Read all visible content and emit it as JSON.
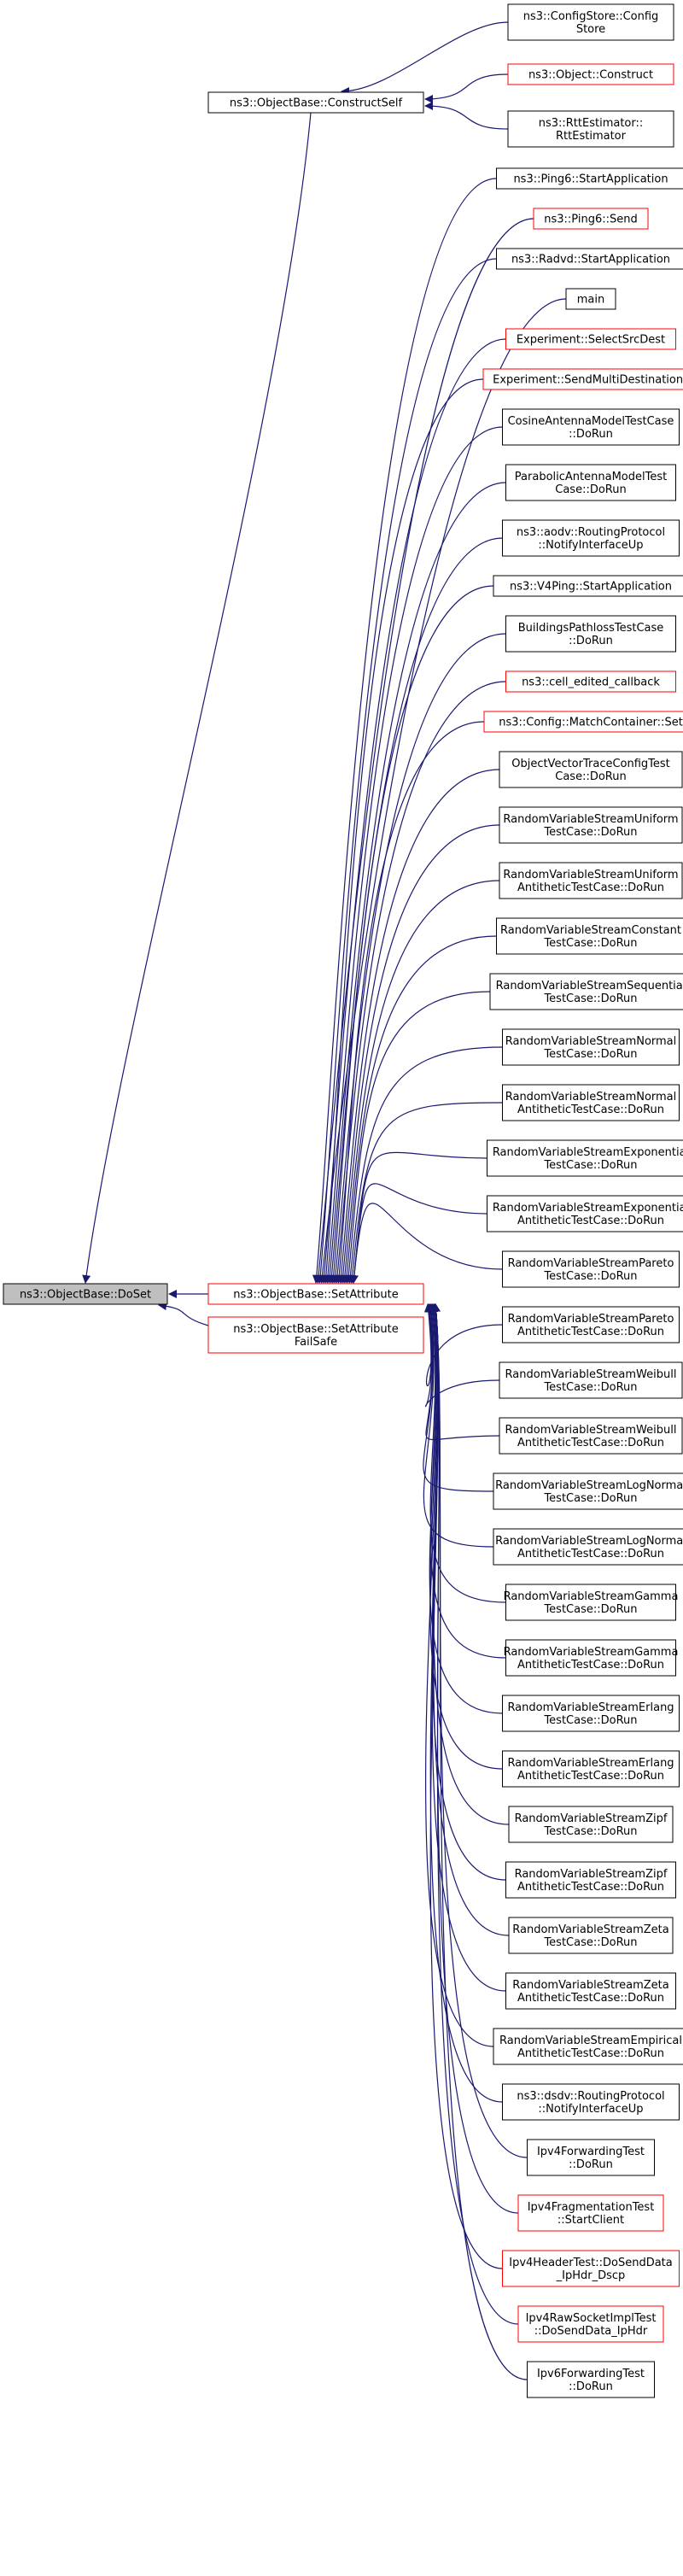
{
  "colors": {
    "edge": "#191970",
    "border_default": "#000000",
    "border_red": "#ff0000",
    "fill_default": "#ffffff",
    "fill_selected": "#bfbfbf"
  },
  "root": {
    "lines": [
      "ns3::ObjectBase::DoSet"
    ],
    "border": "black",
    "selected": true
  },
  "level1": [
    {
      "id": "constructself",
      "lines": [
        "ns3::ObjectBase::ConstructSelf"
      ],
      "border": "black"
    },
    {
      "id": "setattribute",
      "lines": [
        "ns3::ObjectBase::SetAttribute"
      ],
      "border": "red"
    },
    {
      "id": "setattributefailsafe",
      "lines": [
        "ns3::ObjectBase::SetAttribute",
        "FailSafe"
      ],
      "border": "red"
    }
  ],
  "constructself_callers": [
    {
      "lines": [
        "ns3::ConfigStore::Config",
        "Store"
      ],
      "border": "black"
    },
    {
      "lines": [
        "ns3::Object::Construct"
      ],
      "border": "red"
    },
    {
      "lines": [
        "ns3::RttEstimator::",
        "RttEstimator"
      ],
      "border": "black"
    }
  ],
  "setattribute_callers": [
    {
      "lines": [
        "ns3::Ping6::StartApplication"
      ],
      "border": "black"
    },
    {
      "lines": [
        "ns3::Ping6::Send"
      ],
      "border": "red"
    },
    {
      "lines": [
        "ns3::Radvd::StartApplication"
      ],
      "border": "black"
    },
    {
      "lines": [
        "main"
      ],
      "border": "black"
    },
    {
      "lines": [
        "Experiment::SelectSrcDest"
      ],
      "border": "red"
    },
    {
      "lines": [
        "Experiment::SendMultiDestinations"
      ],
      "border": "red"
    },
    {
      "lines": [
        "CosineAntennaModelTestCase",
        "::DoRun"
      ],
      "border": "black"
    },
    {
      "lines": [
        "ParabolicAntennaModelTest",
        "Case::DoRun"
      ],
      "border": "black"
    },
    {
      "lines": [
        "ns3::aodv::RoutingProtocol",
        "::NotifyInterfaceUp"
      ],
      "border": "black"
    },
    {
      "lines": [
        "ns3::V4Ping::StartApplication"
      ],
      "border": "black"
    },
    {
      "lines": [
        "BuildingsPathlossTestCase",
        "::DoRun"
      ],
      "border": "black"
    },
    {
      "lines": [
        "ns3::cell_edited_callback"
      ],
      "border": "red"
    },
    {
      "lines": [
        "ns3::Config::MatchContainer::Set"
      ],
      "border": "red"
    },
    {
      "lines": [
        "ObjectVectorTraceConfigTest",
        "Case::DoRun"
      ],
      "border": "black"
    },
    {
      "lines": [
        "RandomVariableStreamUniform",
        "TestCase::DoRun"
      ],
      "border": "black"
    },
    {
      "lines": [
        "RandomVariableStreamUniform",
        "AntitheticTestCase::DoRun"
      ],
      "border": "black"
    },
    {
      "lines": [
        "RandomVariableStreamConstant",
        "TestCase::DoRun"
      ],
      "border": "black"
    },
    {
      "lines": [
        "RandomVariableStreamSequential",
        "TestCase::DoRun"
      ],
      "border": "black"
    },
    {
      "lines": [
        "RandomVariableStreamNormal",
        "TestCase::DoRun"
      ],
      "border": "black"
    },
    {
      "lines": [
        "RandomVariableStreamNormal",
        "AntitheticTestCase::DoRun"
      ],
      "border": "black"
    },
    {
      "lines": [
        "RandomVariableStreamExponential",
        "TestCase::DoRun"
      ],
      "border": "black"
    },
    {
      "lines": [
        "RandomVariableStreamExponential",
        "AntitheticTestCase::DoRun"
      ],
      "border": "black"
    },
    {
      "lines": [
        "RandomVariableStreamPareto",
        "TestCase::DoRun"
      ],
      "border": "black"
    },
    {
      "lines": [
        "RandomVariableStreamPareto",
        "AntitheticTestCase::DoRun"
      ],
      "border": "black"
    },
    {
      "lines": [
        "RandomVariableStreamWeibull",
        "TestCase::DoRun"
      ],
      "border": "black"
    },
    {
      "lines": [
        "RandomVariableStreamWeibull",
        "AntitheticTestCase::DoRun"
      ],
      "border": "black"
    },
    {
      "lines": [
        "RandomVariableStreamLogNormal",
        "TestCase::DoRun"
      ],
      "border": "black"
    },
    {
      "lines": [
        "RandomVariableStreamLogNormal",
        "AntitheticTestCase::DoRun"
      ],
      "border": "black"
    },
    {
      "lines": [
        "RandomVariableStreamGamma",
        "TestCase::DoRun"
      ],
      "border": "black"
    },
    {
      "lines": [
        "RandomVariableStreamGamma",
        "AntitheticTestCase::DoRun"
      ],
      "border": "black"
    },
    {
      "lines": [
        "RandomVariableStreamErlang",
        "TestCase::DoRun"
      ],
      "border": "black"
    },
    {
      "lines": [
        "RandomVariableStreamErlang",
        "AntitheticTestCase::DoRun"
      ],
      "border": "black"
    },
    {
      "lines": [
        "RandomVariableStreamZipf",
        "TestCase::DoRun"
      ],
      "border": "black"
    },
    {
      "lines": [
        "RandomVariableStreamZipf",
        "AntitheticTestCase::DoRun"
      ],
      "border": "black"
    },
    {
      "lines": [
        "RandomVariableStreamZeta",
        "TestCase::DoRun"
      ],
      "border": "black"
    },
    {
      "lines": [
        "RandomVariableStreamZeta",
        "AntitheticTestCase::DoRun"
      ],
      "border": "black"
    },
    {
      "lines": [
        "RandomVariableStreamEmpirical",
        "AntitheticTestCase::DoRun"
      ],
      "border": "black"
    },
    {
      "lines": [
        "ns3::dsdv::RoutingProtocol",
        "::NotifyInterfaceUp"
      ],
      "border": "black"
    },
    {
      "lines": [
        "Ipv4ForwardingTest",
        "::DoRun"
      ],
      "border": "black"
    },
    {
      "lines": [
        "Ipv4FragmentationTest",
        "::StartClient"
      ],
      "border": "red"
    },
    {
      "lines": [
        "Ipv4HeaderTest::DoSendData",
        "_IpHdr_Dscp"
      ],
      "border": "red"
    },
    {
      "lines": [
        "Ipv4RawSocketImplTest",
        "::DoSendData_IpHdr"
      ],
      "border": "red"
    },
    {
      "lines": [
        "Ipv6ForwardingTest",
        "::DoRun"
      ],
      "border": "black"
    }
  ]
}
